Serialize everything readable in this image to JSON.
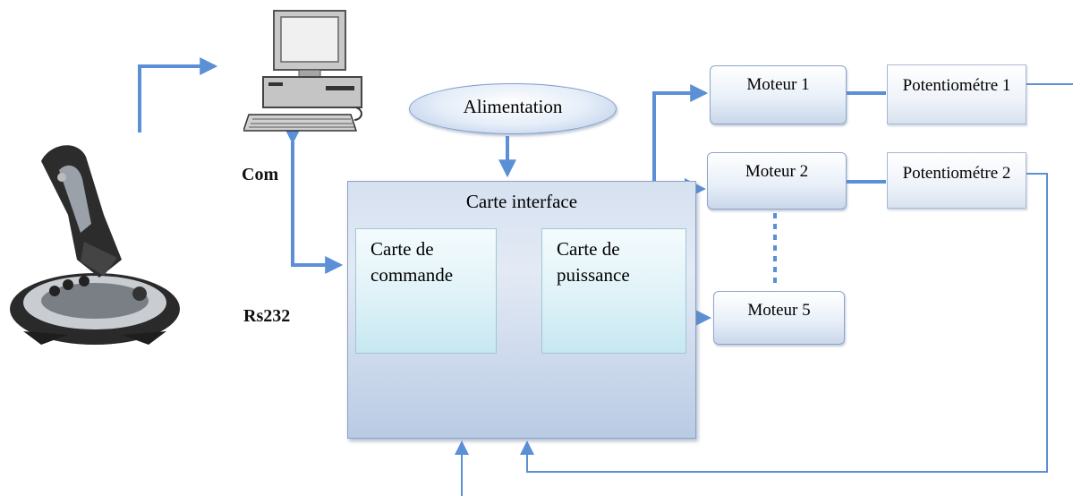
{
  "labels": {
    "com": "Com",
    "rs232": "Rs232",
    "alimentation": "Alimentation",
    "carte_interface": "Carte interface",
    "carte_commande": [
      "Carte de",
      "commande"
    ],
    "carte_puissance": [
      "Carte de",
      "puissance"
    ]
  },
  "motors": [
    "Moteur 1",
    "Moteur 2",
    "Moteur  5"
  ],
  "potentiometers": [
    "Potentiométre 1",
    "Potentiométre 2"
  ],
  "images": {
    "joystick": "joystick-icon",
    "computer": "desktop-computer-icon"
  },
  "colors": {
    "connector": "#5b8fd6",
    "box_border": "#8ea6c9",
    "card_fill": "#dff2f8",
    "interface_fill": "#c6d6ec"
  }
}
